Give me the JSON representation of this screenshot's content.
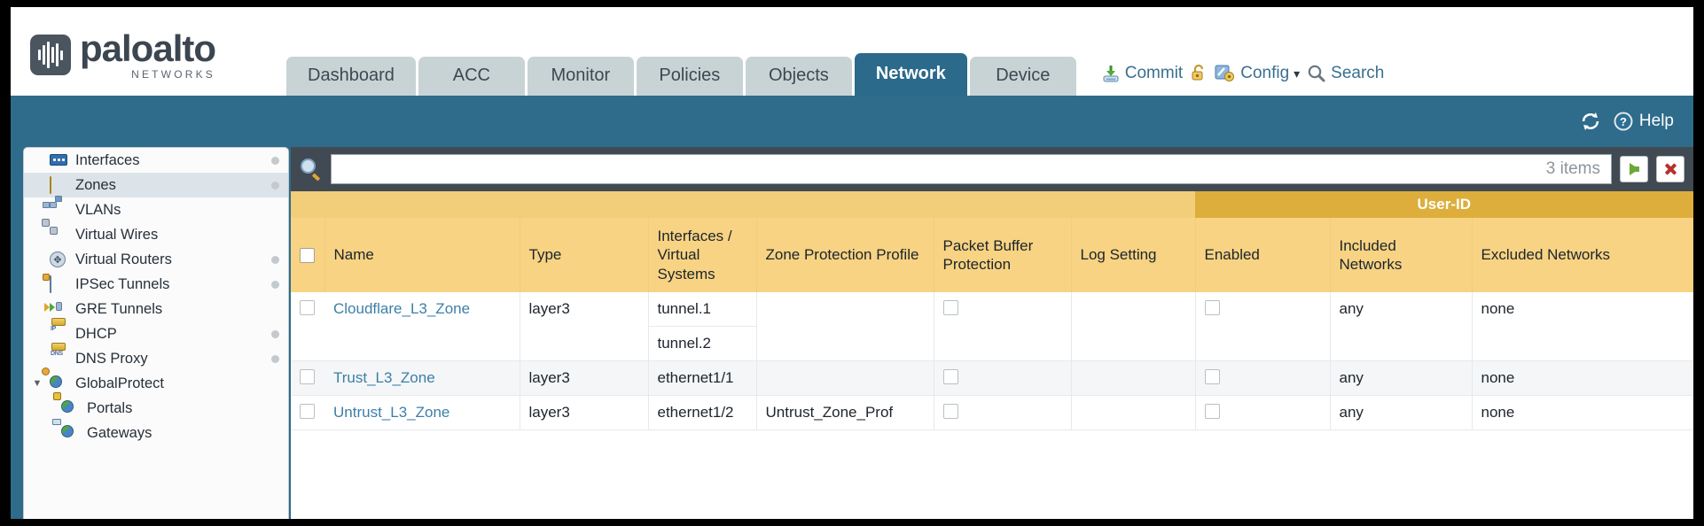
{
  "brand": {
    "name": "paloalto",
    "tagline": "NETWORKS",
    "registered": "®"
  },
  "nav": {
    "tabs": [
      {
        "label": "Dashboard",
        "active": false
      },
      {
        "label": "ACC",
        "active": false
      },
      {
        "label": "Monitor",
        "active": false
      },
      {
        "label": "Policies",
        "active": false
      },
      {
        "label": "Objects",
        "active": false
      },
      {
        "label": "Network",
        "active": true
      },
      {
        "label": "Device",
        "active": false
      }
    ]
  },
  "utilities": {
    "commit": "Commit",
    "lock_icon": "unlocked-padlock-icon",
    "config": "Config",
    "config_caret": "▾",
    "search": "Search"
  },
  "actionbar": {
    "refresh_icon": "refresh-icon",
    "help": "Help"
  },
  "sidebar": {
    "items": [
      {
        "label": "Interfaces",
        "icon": "interfaces-icon",
        "dot": true,
        "selected": false,
        "child": false,
        "expander": false
      },
      {
        "label": "Zones",
        "icon": "zones-icon",
        "dot": true,
        "selected": true,
        "child": false,
        "expander": false
      },
      {
        "label": "VLANs",
        "icon": "vlans-icon",
        "dot": false,
        "selected": false,
        "child": false,
        "expander": false
      },
      {
        "label": "Virtual Wires",
        "icon": "virtual-wires-icon",
        "dot": false,
        "selected": false,
        "child": false,
        "expander": false
      },
      {
        "label": "Virtual Routers",
        "icon": "virtual-routers-icon",
        "dot": true,
        "selected": false,
        "child": false,
        "expander": false
      },
      {
        "label": "IPSec Tunnels",
        "icon": "ipsec-tunnels-icon",
        "dot": true,
        "selected": false,
        "child": false,
        "expander": false
      },
      {
        "label": "GRE Tunnels",
        "icon": "gre-tunnels-icon",
        "dot": false,
        "selected": false,
        "child": false,
        "expander": false
      },
      {
        "label": "DHCP",
        "icon": "dhcp-icon",
        "dot": true,
        "selected": false,
        "child": false,
        "expander": false
      },
      {
        "label": "DNS Proxy",
        "icon": "dns-proxy-icon",
        "dot": true,
        "selected": false,
        "child": false,
        "expander": false
      },
      {
        "label": "GlobalProtect",
        "icon": "globalprotect-icon",
        "dot": false,
        "selected": false,
        "child": false,
        "expander": true
      },
      {
        "label": "Portals",
        "icon": "portals-icon",
        "dot": false,
        "selected": false,
        "child": true,
        "expander": false
      },
      {
        "label": "Gateways",
        "icon": "gateways-icon",
        "dot": false,
        "selected": false,
        "child": true,
        "expander": false
      }
    ]
  },
  "search": {
    "value": "",
    "placeholder": "",
    "item_count": "3 items",
    "go_icon": "green-arrow-right-icon",
    "clear_icon": "red-x-icon"
  },
  "table": {
    "group_header": "User-ID",
    "columns": [
      "Name",
      "Type",
      "Interfaces / Virtual Systems",
      "Zone Protection Profile",
      "Packet Buffer Protection",
      "Log Setting",
      "Enabled",
      "Included Networks",
      "Excluded Networks"
    ],
    "rows": [
      {
        "selected": false,
        "name": "Cloudflare_L3_Zone",
        "type": "layer3",
        "interfaces": [
          "tunnel.1",
          "tunnel.2"
        ],
        "zone_protection_profile": "",
        "packet_buffer_protection": false,
        "log_setting": "",
        "enabled": false,
        "included_networks": "any",
        "excluded_networks": "none"
      },
      {
        "selected": false,
        "name": "Trust_L3_Zone",
        "type": "layer3",
        "interfaces": [
          "ethernet1/1"
        ],
        "zone_protection_profile": "",
        "packet_buffer_protection": false,
        "log_setting": "",
        "enabled": false,
        "included_networks": "any",
        "excluded_networks": "none"
      },
      {
        "selected": false,
        "name": "Untrust_L3_Zone",
        "type": "layer3",
        "interfaces": [
          "ethernet1/2"
        ],
        "zone_protection_profile": "Untrust_Zone_Prof",
        "packet_buffer_protection": false,
        "log_setting": "",
        "enabled": false,
        "included_networks": "any",
        "excluded_networks": "none"
      }
    ]
  },
  "colors": {
    "header_blue": "#2f6b8a",
    "tab_active": "#2c6a8c",
    "tab_inactive": "#c8d3d6",
    "table_header_gold": "#f7d383",
    "userid_gold": "#ddae3b",
    "link_blue": "#3c7fa8",
    "content_dark": "#414a52"
  }
}
